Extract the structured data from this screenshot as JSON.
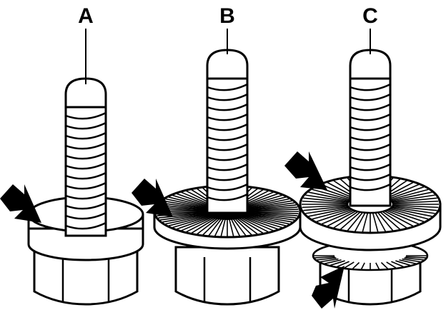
{
  "figure": {
    "labels": {
      "a": "A",
      "b": "B",
      "c": "C"
    },
    "colors": {
      "ink": "#000000",
      "paper": "#ffffff",
      "shade": "#d9d9d9"
    }
  }
}
